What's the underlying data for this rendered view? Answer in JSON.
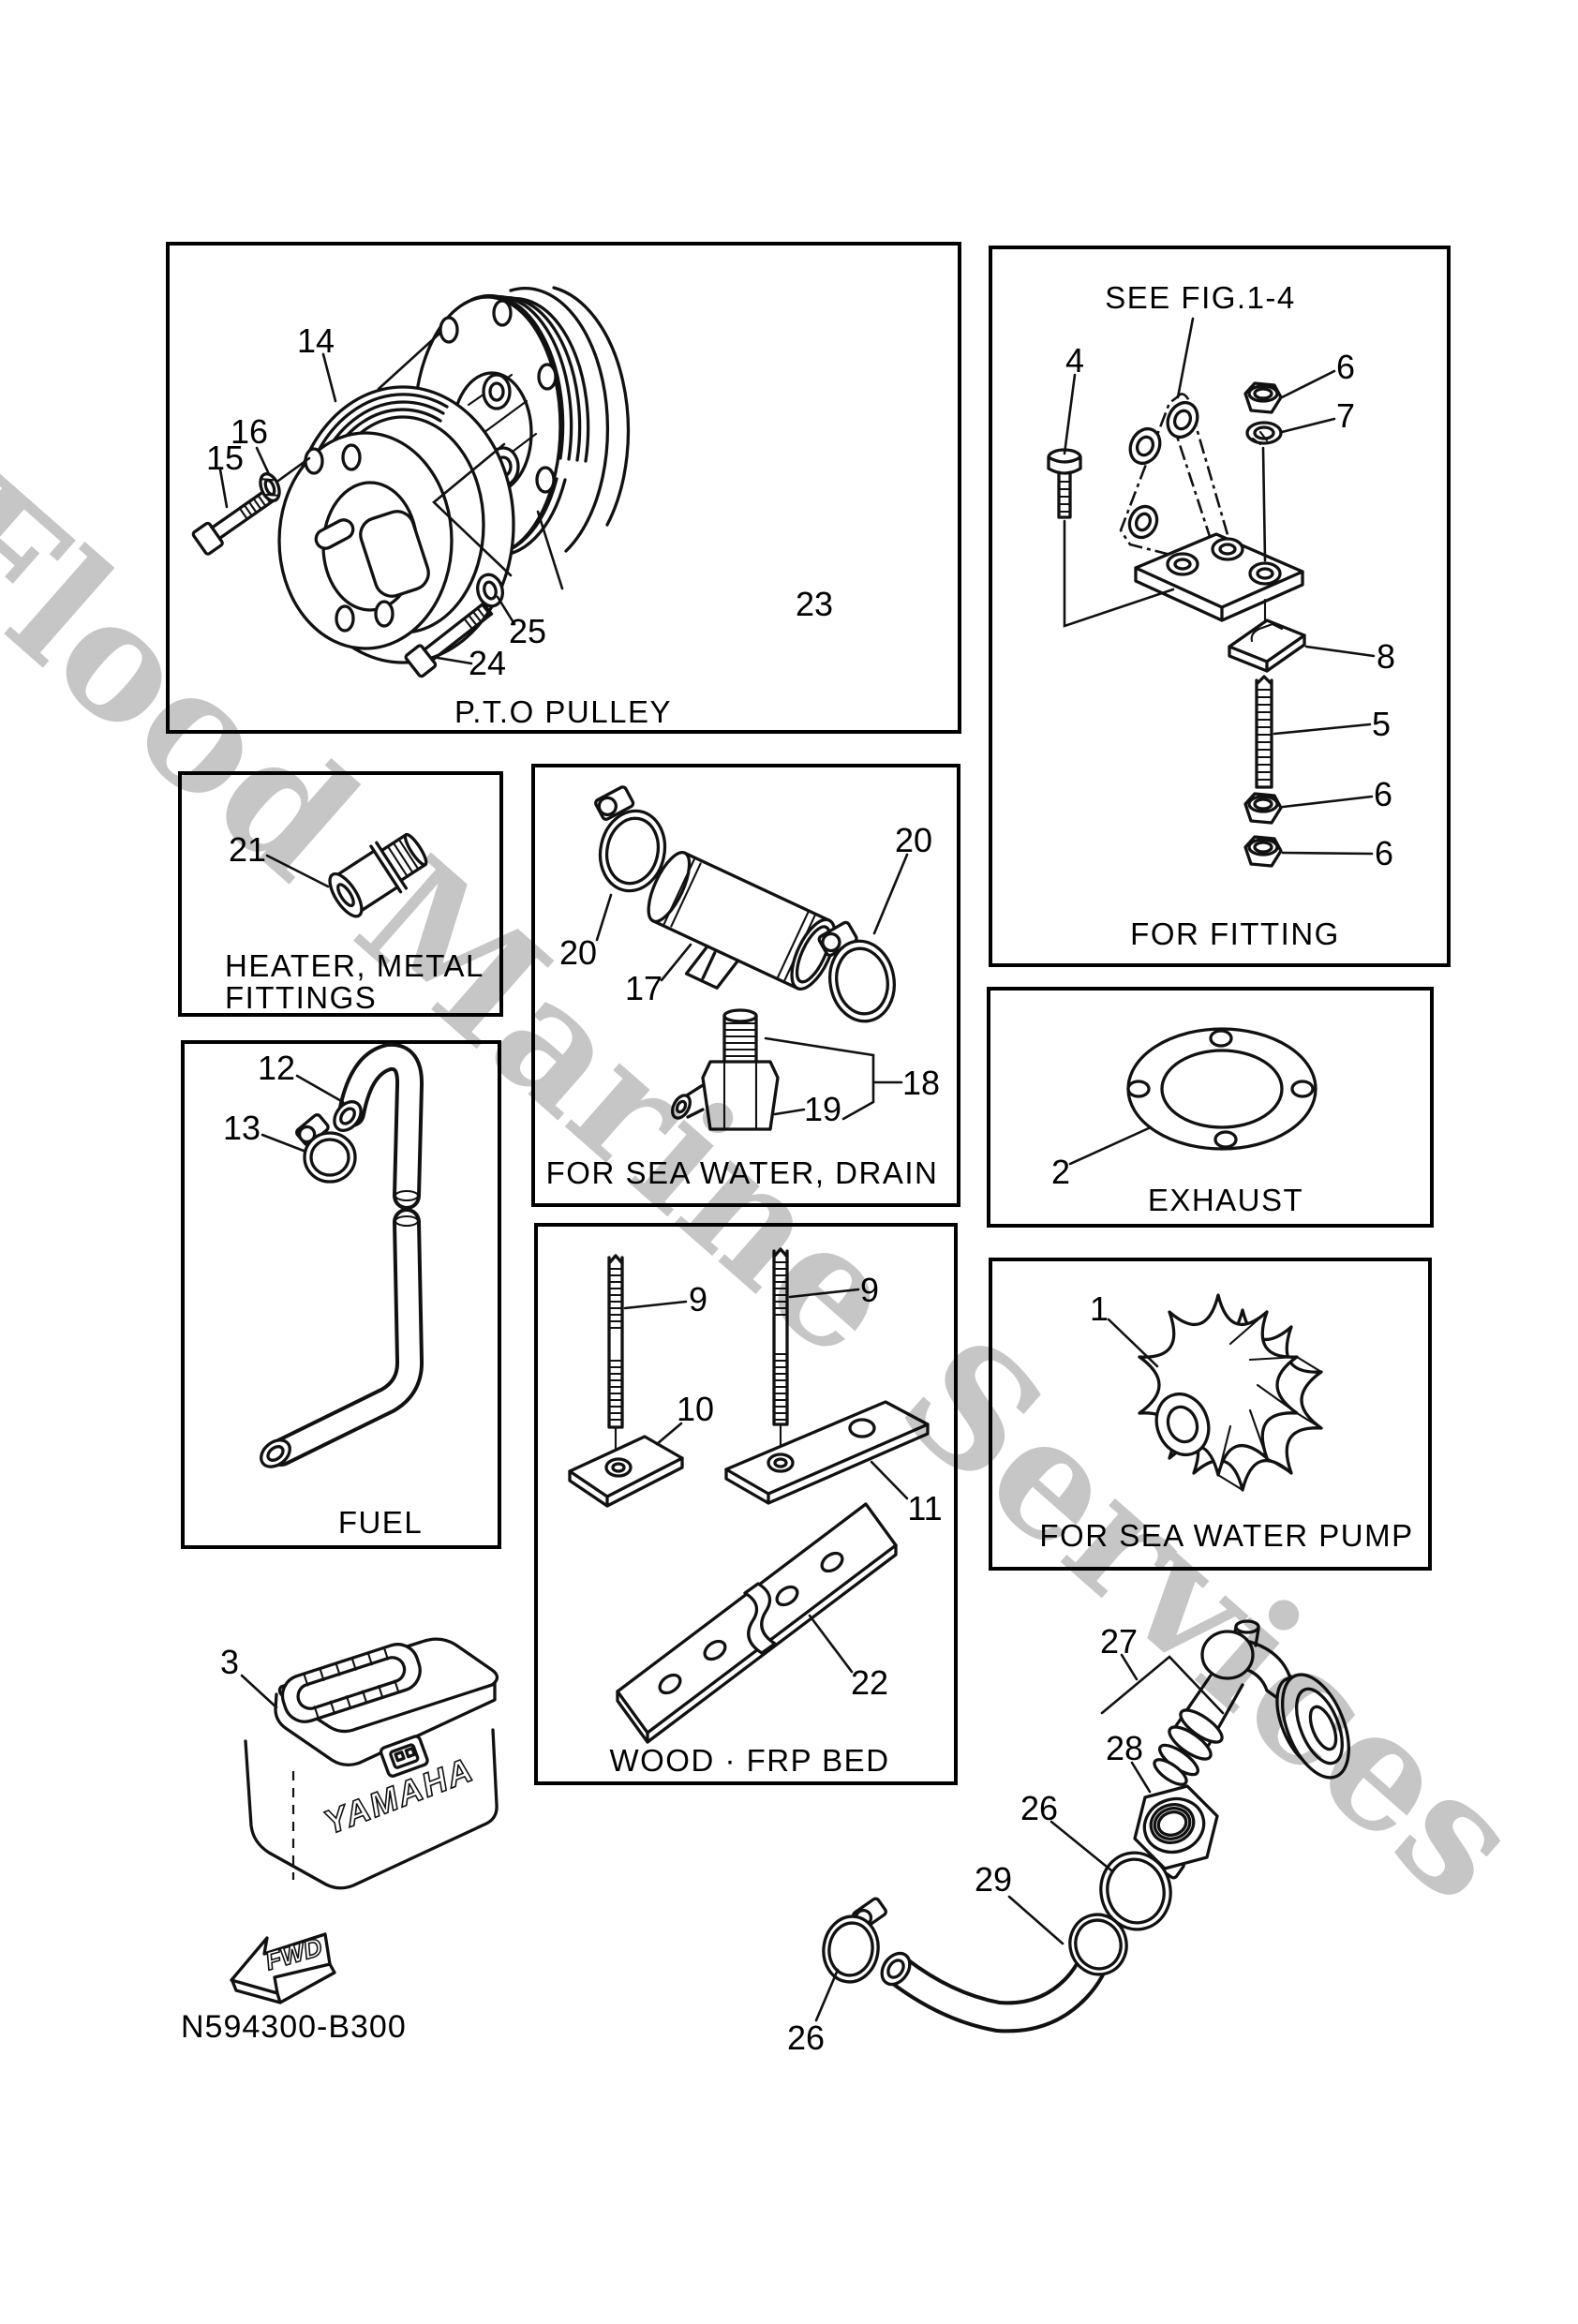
{
  "watermark": {
    "text": "Flood Marine Services"
  },
  "drawing_code": "N594300-B300",
  "fwd_label": "FWD",
  "toolbox_brand": "YAMAHA",
  "boxes": {
    "pto": {
      "caption": "P.T.O PULLEY",
      "parts": [
        "14",
        "15",
        "16",
        "23",
        "24",
        "25"
      ]
    },
    "fitting": {
      "note": "SEE FIG.1-4",
      "caption": "FOR FITTING",
      "parts": [
        "4",
        "6",
        "7",
        "8",
        "5",
        "6",
        "6"
      ]
    },
    "heater": {
      "caption_line1": "HEATER, METAL",
      "caption_line2": "FITTINGS",
      "parts": [
        "21"
      ]
    },
    "drain": {
      "caption": "FOR SEA WATER, DRAIN",
      "parts": [
        "20",
        "17",
        "20",
        "18",
        "19"
      ]
    },
    "exhaust": {
      "caption": "EXHAUST",
      "parts": [
        "2"
      ]
    },
    "fuel": {
      "caption": "FUEL",
      "parts": [
        "12",
        "13"
      ]
    },
    "wood": {
      "caption": "WOOD · FRP BED",
      "parts": [
        "9",
        "9",
        "10",
        "11",
        "22"
      ]
    },
    "pump": {
      "caption": "FOR SEA WATER PUMP",
      "parts": [
        "1"
      ]
    }
  },
  "loose": {
    "toolbox": "3",
    "elbow": "27",
    "nut": "28",
    "clamp_a": "26",
    "hose": "29",
    "clamp_b": "26"
  }
}
